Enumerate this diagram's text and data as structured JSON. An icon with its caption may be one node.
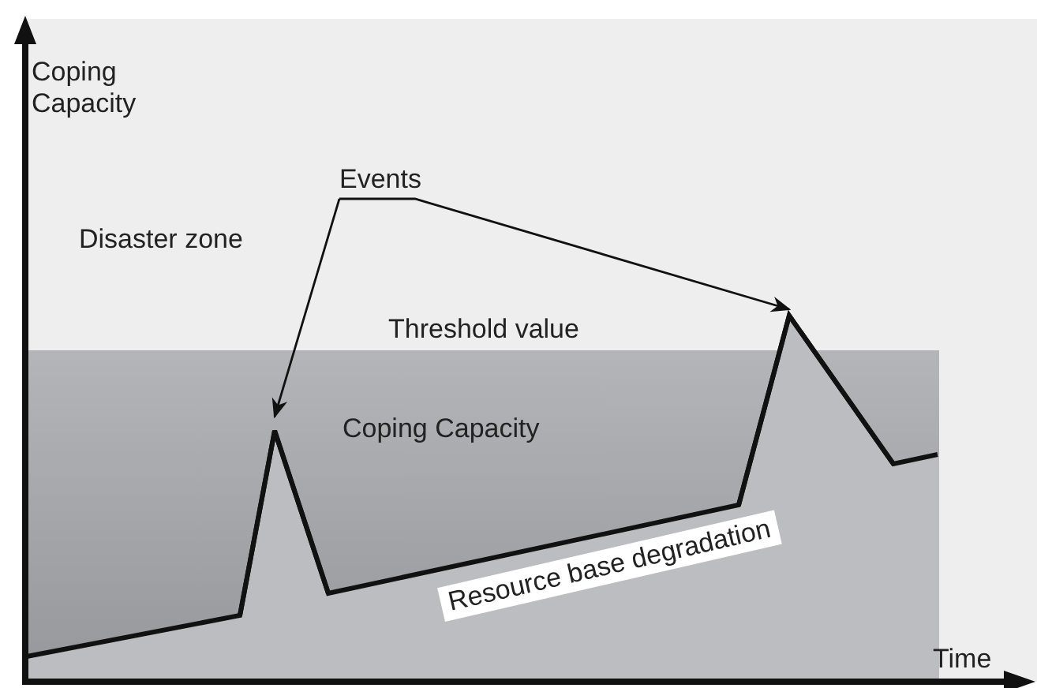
{
  "diagram": {
    "nodes": [
      {
        "text": [
          "Events"
        ]
      },
      {
        "text": [],
        "shape": "peak"
      },
      {
        "text": [],
        "shape": "peak"
      }
    ],
    "edges": [
      {
        "from": 0,
        "to": 1,
        "arrow": "to"
      },
      {
        "from": 0,
        "to": 2,
        "arrow": "to"
      }
    ],
    "labels": [
      "Coping Capacity",
      "Disaster zone",
      "Threshold value",
      "Coping Capacity",
      "Resource base degradation",
      "Time"
    ]
  }
}
